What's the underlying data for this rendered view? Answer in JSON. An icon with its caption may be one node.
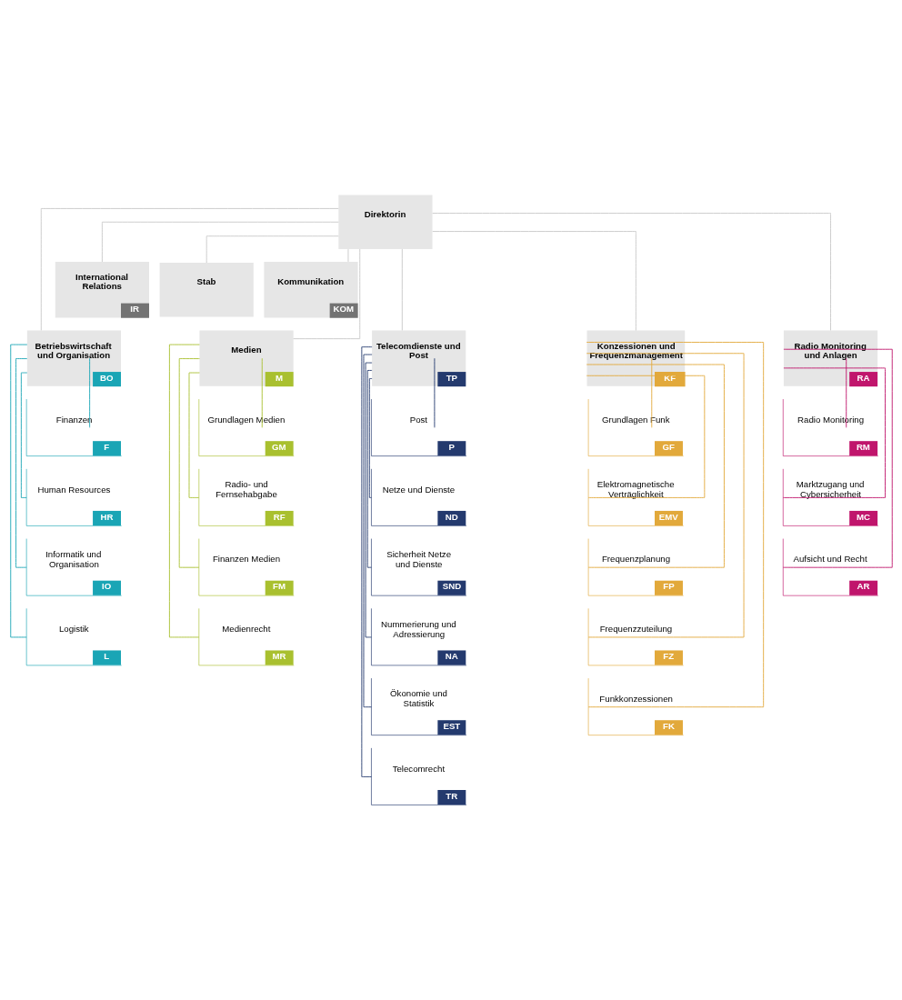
{
  "diagram": {
    "nodes": [
      {
        "text": [
          "Direktorin"
        ]
      },
      {
        "text": [
          "International Relations",
          "IR"
        ]
      },
      {
        "text": [
          "Stab"
        ]
      },
      {
        "text": [
          "Kommunikation",
          "KOM"
        ]
      },
      {
        "text": [
          "Betriebswirtschaft und Organisation",
          "BO"
        ]
      },
      {
        "text": [
          "Medien",
          "M"
        ]
      },
      {
        "text": [
          "Telecomdienste und Post",
          "TP"
        ]
      },
      {
        "text": [
          "Konzessionen und Frequenzmanagement",
          "KF"
        ]
      },
      {
        "text": [
          "Radio Monitoring und Anlagen",
          "RA"
        ]
      },
      {
        "text": [
          "Finanzen",
          "F"
        ]
      },
      {
        "text": [
          "Human Resources",
          "HR"
        ]
      },
      {
        "text": [
          "Informatik und Organisation",
          "IO"
        ]
      },
      {
        "text": [
          "Logistik",
          "L"
        ]
      },
      {
        "text": [
          "Grundlagen Medien",
          "GM"
        ]
      },
      {
        "text": [
          "Radio- und Fernsehabgabe",
          "RF"
        ]
      },
      {
        "text": [
          "Finanzen Medien",
          "FM"
        ]
      },
      {
        "text": [
          "Medienrecht",
          "MR"
        ]
      },
      {
        "text": [
          "Post",
          "P"
        ]
      },
      {
        "text": [
          "Netze und Dienste",
          "ND"
        ]
      },
      {
        "text": [
          "Sicherheit Netze und Dienste",
          "SND"
        ]
      },
      {
        "text": [
          "Nummerierung und Adressierung",
          "NA"
        ]
      },
      {
        "text": [
          "Ökonomie und Statistik",
          "EST"
        ]
      },
      {
        "text": [
          "Telecomrecht",
          "TR"
        ]
      },
      {
        "text": [
          "Grundlagen Funk",
          "GF"
        ]
      },
      {
        "text": [
          "Elektromagnetische Verträglichkeit",
          "EMV"
        ]
      },
      {
        "text": [
          "Frequenzplanung",
          "FP"
        ]
      },
      {
        "text": [
          "Frequenzzuteilung",
          "FZ"
        ]
      },
      {
        "text": [
          "Funkkonzessionen",
          "FK"
        ]
      },
      {
        "text": [
          "Radio Monitoring",
          "RM"
        ]
      },
      {
        "text": [
          "Marktzugang und Cybersicherheit",
          "MC"
        ]
      },
      {
        "text": [
          "Aufsicht und Recht",
          "AR"
        ]
      }
    ],
    "edges": [
      {
        "from": 0,
        "to": 1,
        "arrow": "none"
      },
      {
        "from": 0,
        "to": 2,
        "arrow": "none"
      },
      {
        "from": 0,
        "to": 3,
        "arrow": "none"
      },
      {
        "from": 0,
        "to": 4,
        "arrow": "none"
      },
      {
        "from": 0,
        "to": 5,
        "arrow": "none"
      },
      {
        "from": 0,
        "to": 6,
        "arrow": "none"
      },
      {
        "from": 0,
        "to": 7,
        "arrow": "none"
      },
      {
        "from": 0,
        "to": 8,
        "arrow": "none"
      },
      {
        "from": 4,
        "to": 9,
        "arrow": "none",
        "color": "#1aa5b5"
      },
      {
        "from": 4,
        "to": 10,
        "arrow": "none",
        "color": "#1aa5b5"
      },
      {
        "from": 4,
        "to": 11,
        "arrow": "none",
        "color": "#1aa5b5"
      },
      {
        "from": 4,
        "to": 12,
        "arrow": "none",
        "color": "#1aa5b5"
      },
      {
        "from": 5,
        "to": 13,
        "arrow": "none",
        "color": "#a9c02f"
      },
      {
        "from": 5,
        "to": 14,
        "arrow": "none",
        "color": "#a9c02f"
      },
      {
        "from": 5,
        "to": 15,
        "arrow": "none",
        "color": "#a9c02f"
      },
      {
        "from": 5,
        "to": 16,
        "arrow": "none",
        "color": "#a9c02f"
      },
      {
        "from": 6,
        "to": 17,
        "arrow": "none",
        "color": "#243a6e"
      },
      {
        "from": 6,
        "to": 18,
        "arrow": "none",
        "color": "#243a6e"
      },
      {
        "from": 6,
        "to": 19,
        "arrow": "none",
        "color": "#243a6e"
      },
      {
        "from": 6,
        "to": 20,
        "arrow": "none",
        "color": "#243a6e"
      },
      {
        "from": 6,
        "to": 21,
        "arrow": "none",
        "color": "#243a6e"
      },
      {
        "from": 6,
        "to": 22,
        "arrow": "none",
        "color": "#243a6e"
      },
      {
        "from": 7,
        "to": 23,
        "arrow": "none",
        "color": "#e2a93b"
      },
      {
        "from": 7,
        "to": 24,
        "arrow": "none",
        "color": "#e2a93b"
      },
      {
        "from": 7,
        "to": 25,
        "arrow": "none",
        "color": "#e2a93b"
      },
      {
        "from": 7,
        "to": 26,
        "arrow": "none",
        "color": "#e2a93b"
      },
      {
        "from": 7,
        "to": 27,
        "arrow": "none",
        "color": "#e2a93b"
      },
      {
        "from": 8,
        "to": 28,
        "arrow": "none",
        "color": "#c0156c"
      },
      {
        "from": 8,
        "to": 29,
        "arrow": "none",
        "color": "#c0156c"
      },
      {
        "from": 8,
        "to": 30,
        "arrow": "none",
        "color": "#c0156c"
      }
    ]
  }
}
